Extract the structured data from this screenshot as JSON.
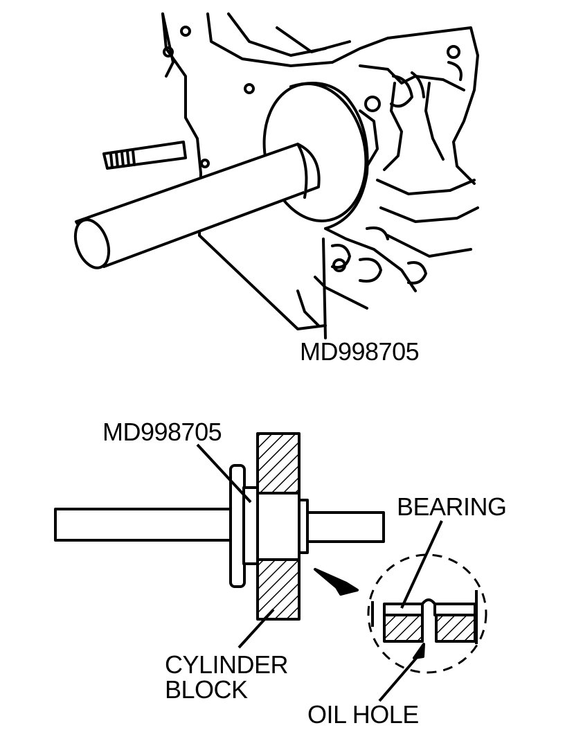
{
  "top_figure": {
    "tool_label": "MD998705"
  },
  "bottom_figure": {
    "tool_label": "MD998705",
    "bearing_label": "BEARING",
    "cylinder_block_label_line1": "CYLINDER",
    "cylinder_block_label_line2": "BLOCK",
    "oil_hole_label": "OIL HOLE"
  },
  "colors": {
    "ink": "#000000",
    "paper": "#ffffff"
  }
}
